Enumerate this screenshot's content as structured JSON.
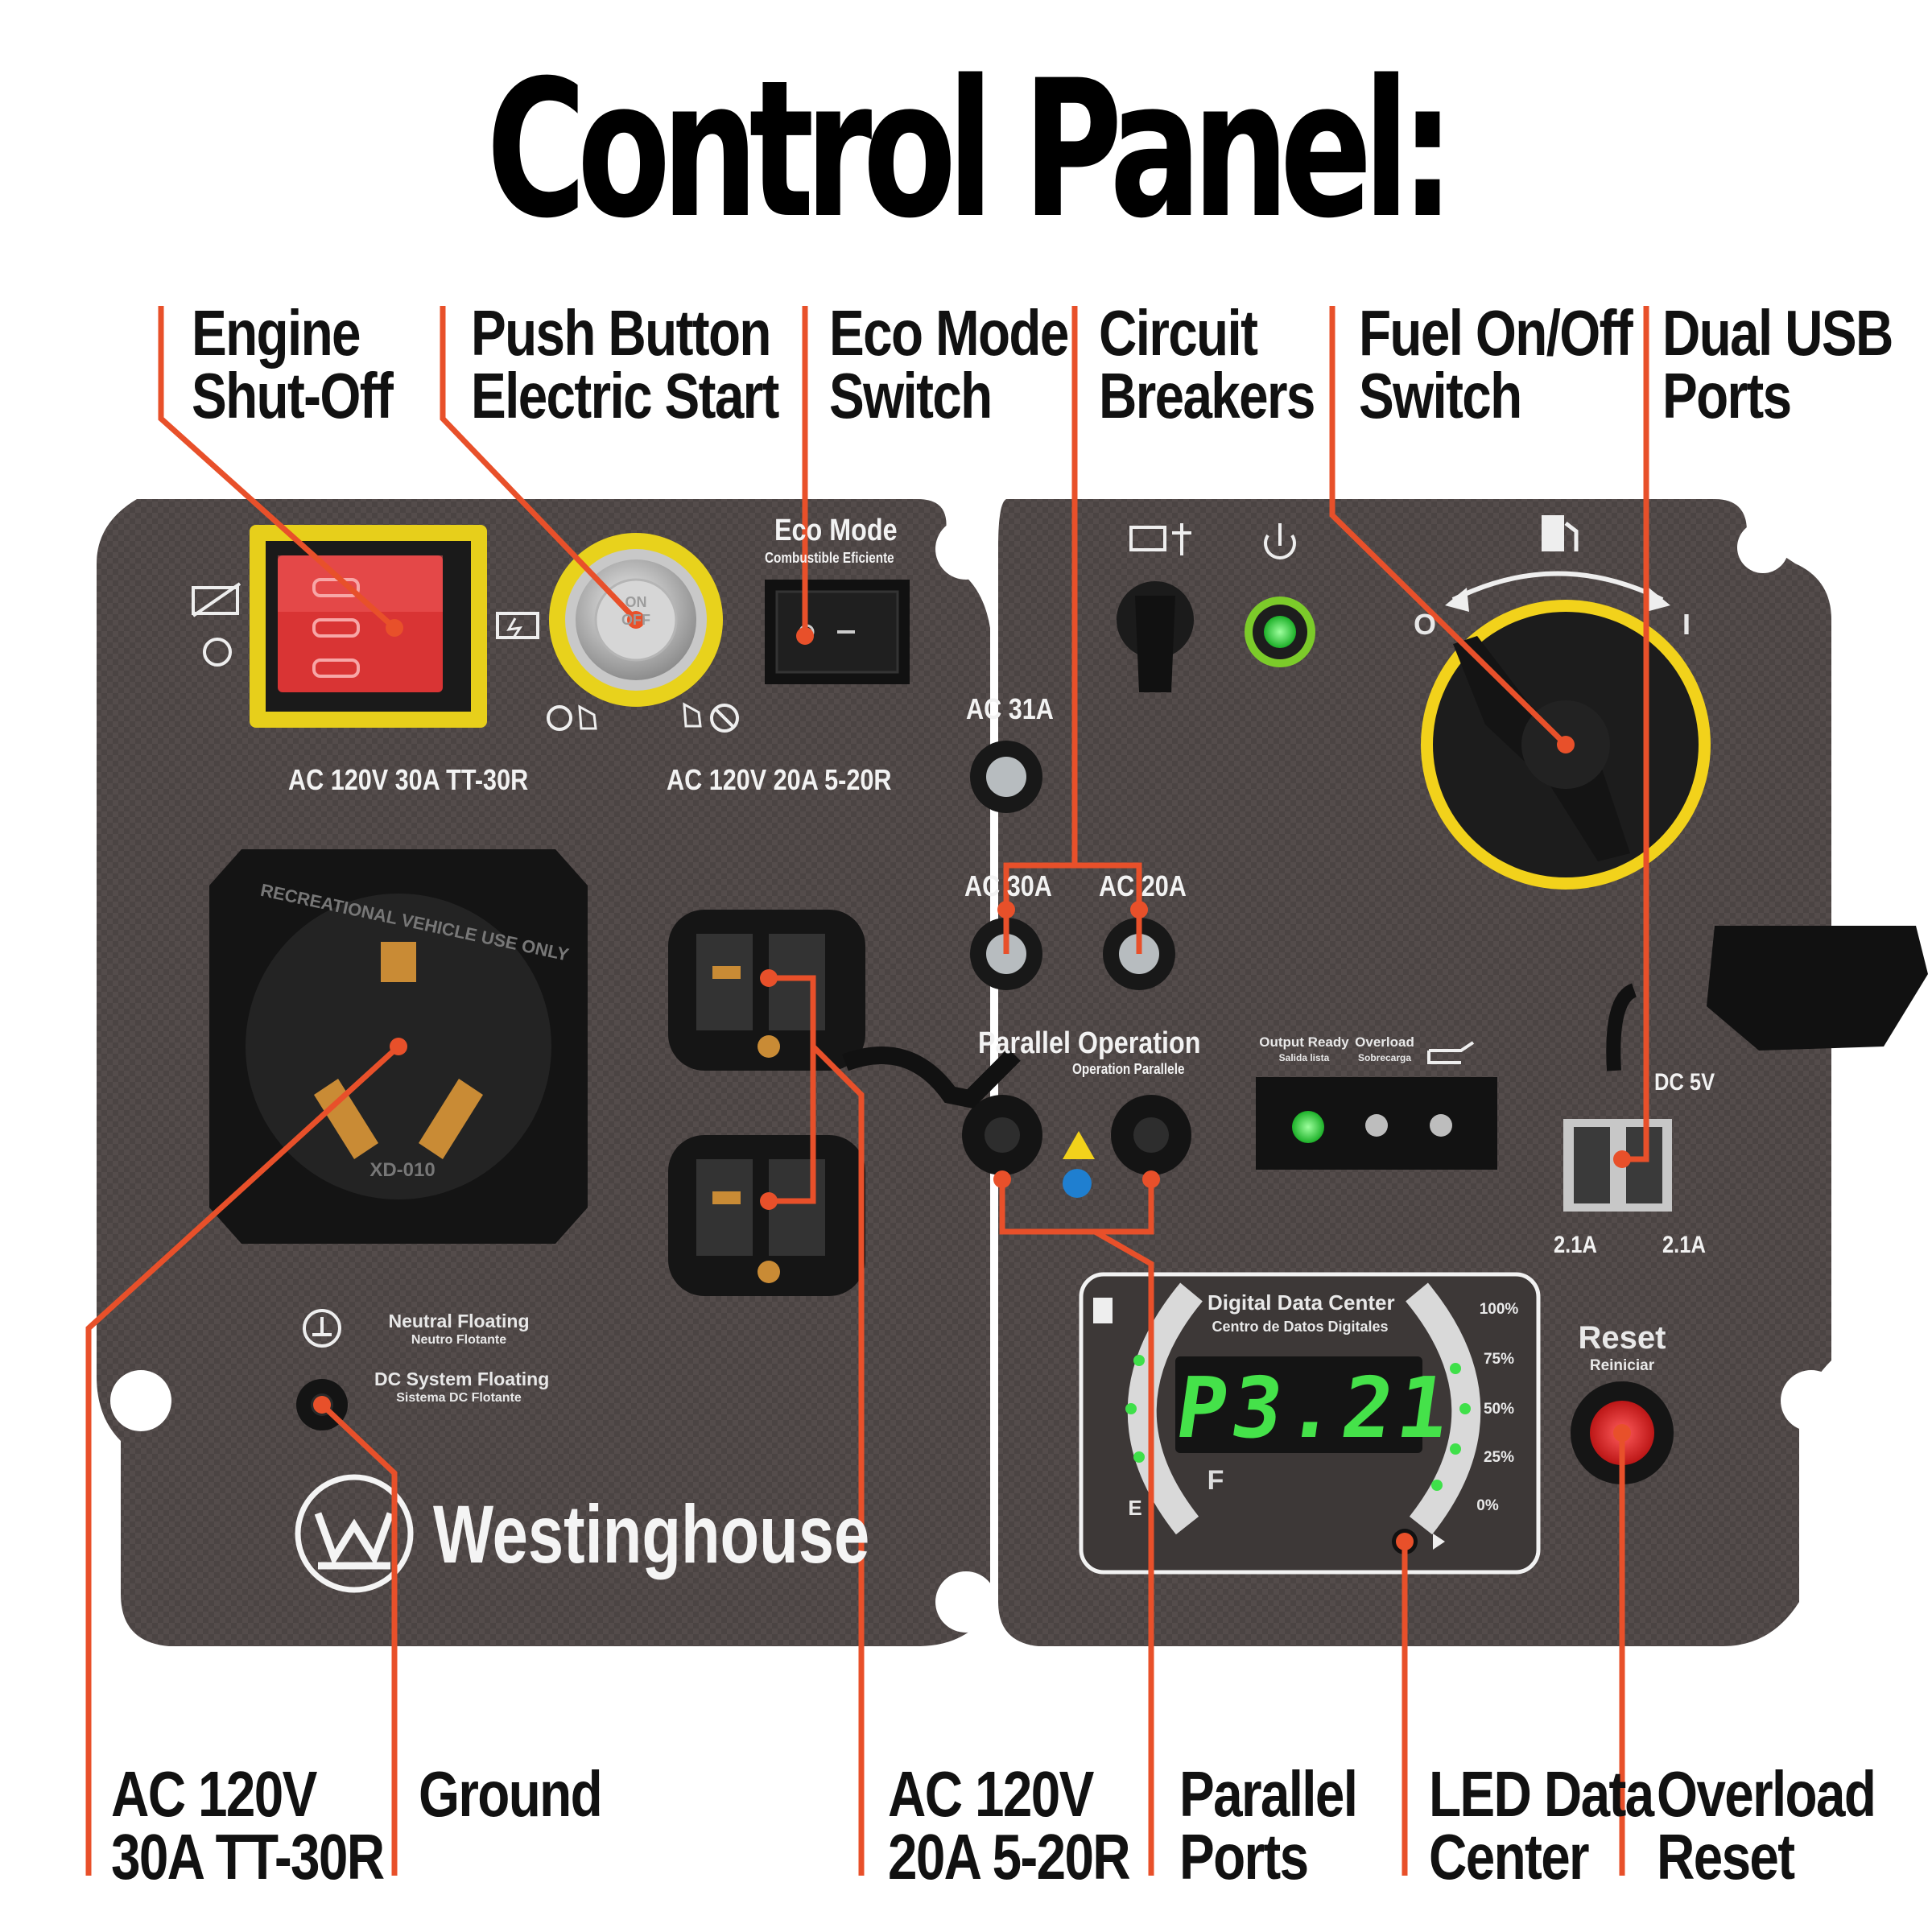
{
  "title": "Control Panel:",
  "callouts_top": [
    {
      "line1": "Engine",
      "line2": "Shut-Off"
    },
    {
      "line1": "Push Button",
      "line2": "Electric Start"
    },
    {
      "line1": "Eco Mode",
      "line2": "Switch"
    },
    {
      "line1": "Circuit",
      "line2": "Breakers"
    },
    {
      "line1": "Fuel On/Off",
      "line2": "Switch"
    },
    {
      "line1": "Dual USB",
      "line2": "Ports"
    }
  ],
  "callouts_bottom": [
    {
      "line1": "AC 120V",
      "line2": "30A TT-30R"
    },
    {
      "line1": "Ground",
      "line2": ""
    },
    {
      "line1": "AC 120V",
      "line2": "20A 5-20R"
    },
    {
      "line1": "Parallel",
      "line2": "Ports"
    },
    {
      "line1": "LED Data",
      "line2": "Center"
    },
    {
      "line1": "Overload",
      "line2": "Reset"
    }
  ],
  "panel": {
    "tt30_label": "AC 120V 30A TT-30R",
    "r520_label": "AC 120V 20A 5-20R",
    "eco_mode": "Eco Mode",
    "eco_mode_sub": "Combustible Eficiente",
    "start_on": "ON",
    "start_off": "OFF",
    "breaker_31": "AC 31A",
    "breaker_30": "AC 30A",
    "breaker_20": "AC 20A",
    "parallel_title": "Parallel Operation",
    "parallel_sub": "Operation Parallele",
    "output_ready": "Output Ready",
    "output_ready_sub": "Salida lista",
    "overload": "Overload",
    "overload_sub": "Sobrecarga",
    "dc5v": "DC 5V",
    "usb_left": "2.1A",
    "usb_right": "2.1A",
    "neutral_floating": "Neutral Floating",
    "neutral_floating_sub": "Neutro Flotante",
    "dc_floating": "DC System Floating",
    "dc_floating_sub": "Sistema DC Flotante",
    "brand": "Westinghouse",
    "ddc_title": "Digital Data Center",
    "ddc_sub": "Centro de Datos Digitales",
    "ddc_display": "P3.21",
    "ddc_scale": [
      "100%",
      "75%",
      "50%",
      "25%",
      "0%"
    ],
    "ddc_fuel_empty": "E",
    "ddc_fuel_full": "F",
    "reset": "Reset",
    "reset_sub": "Reiniciar",
    "fuel_off": "O",
    "fuel_on": "I",
    "tt30_face_top": "RECREATIONAL VEHICLE USE ONLY",
    "tt30_face_code": "XD-010"
  },
  "colors": {
    "callout_line": "#e8502a",
    "panel": "#4a4443",
    "yellow": "#f2d21b",
    "led_green": "#3fe04a",
    "reset_red": "#e01c1c"
  }
}
